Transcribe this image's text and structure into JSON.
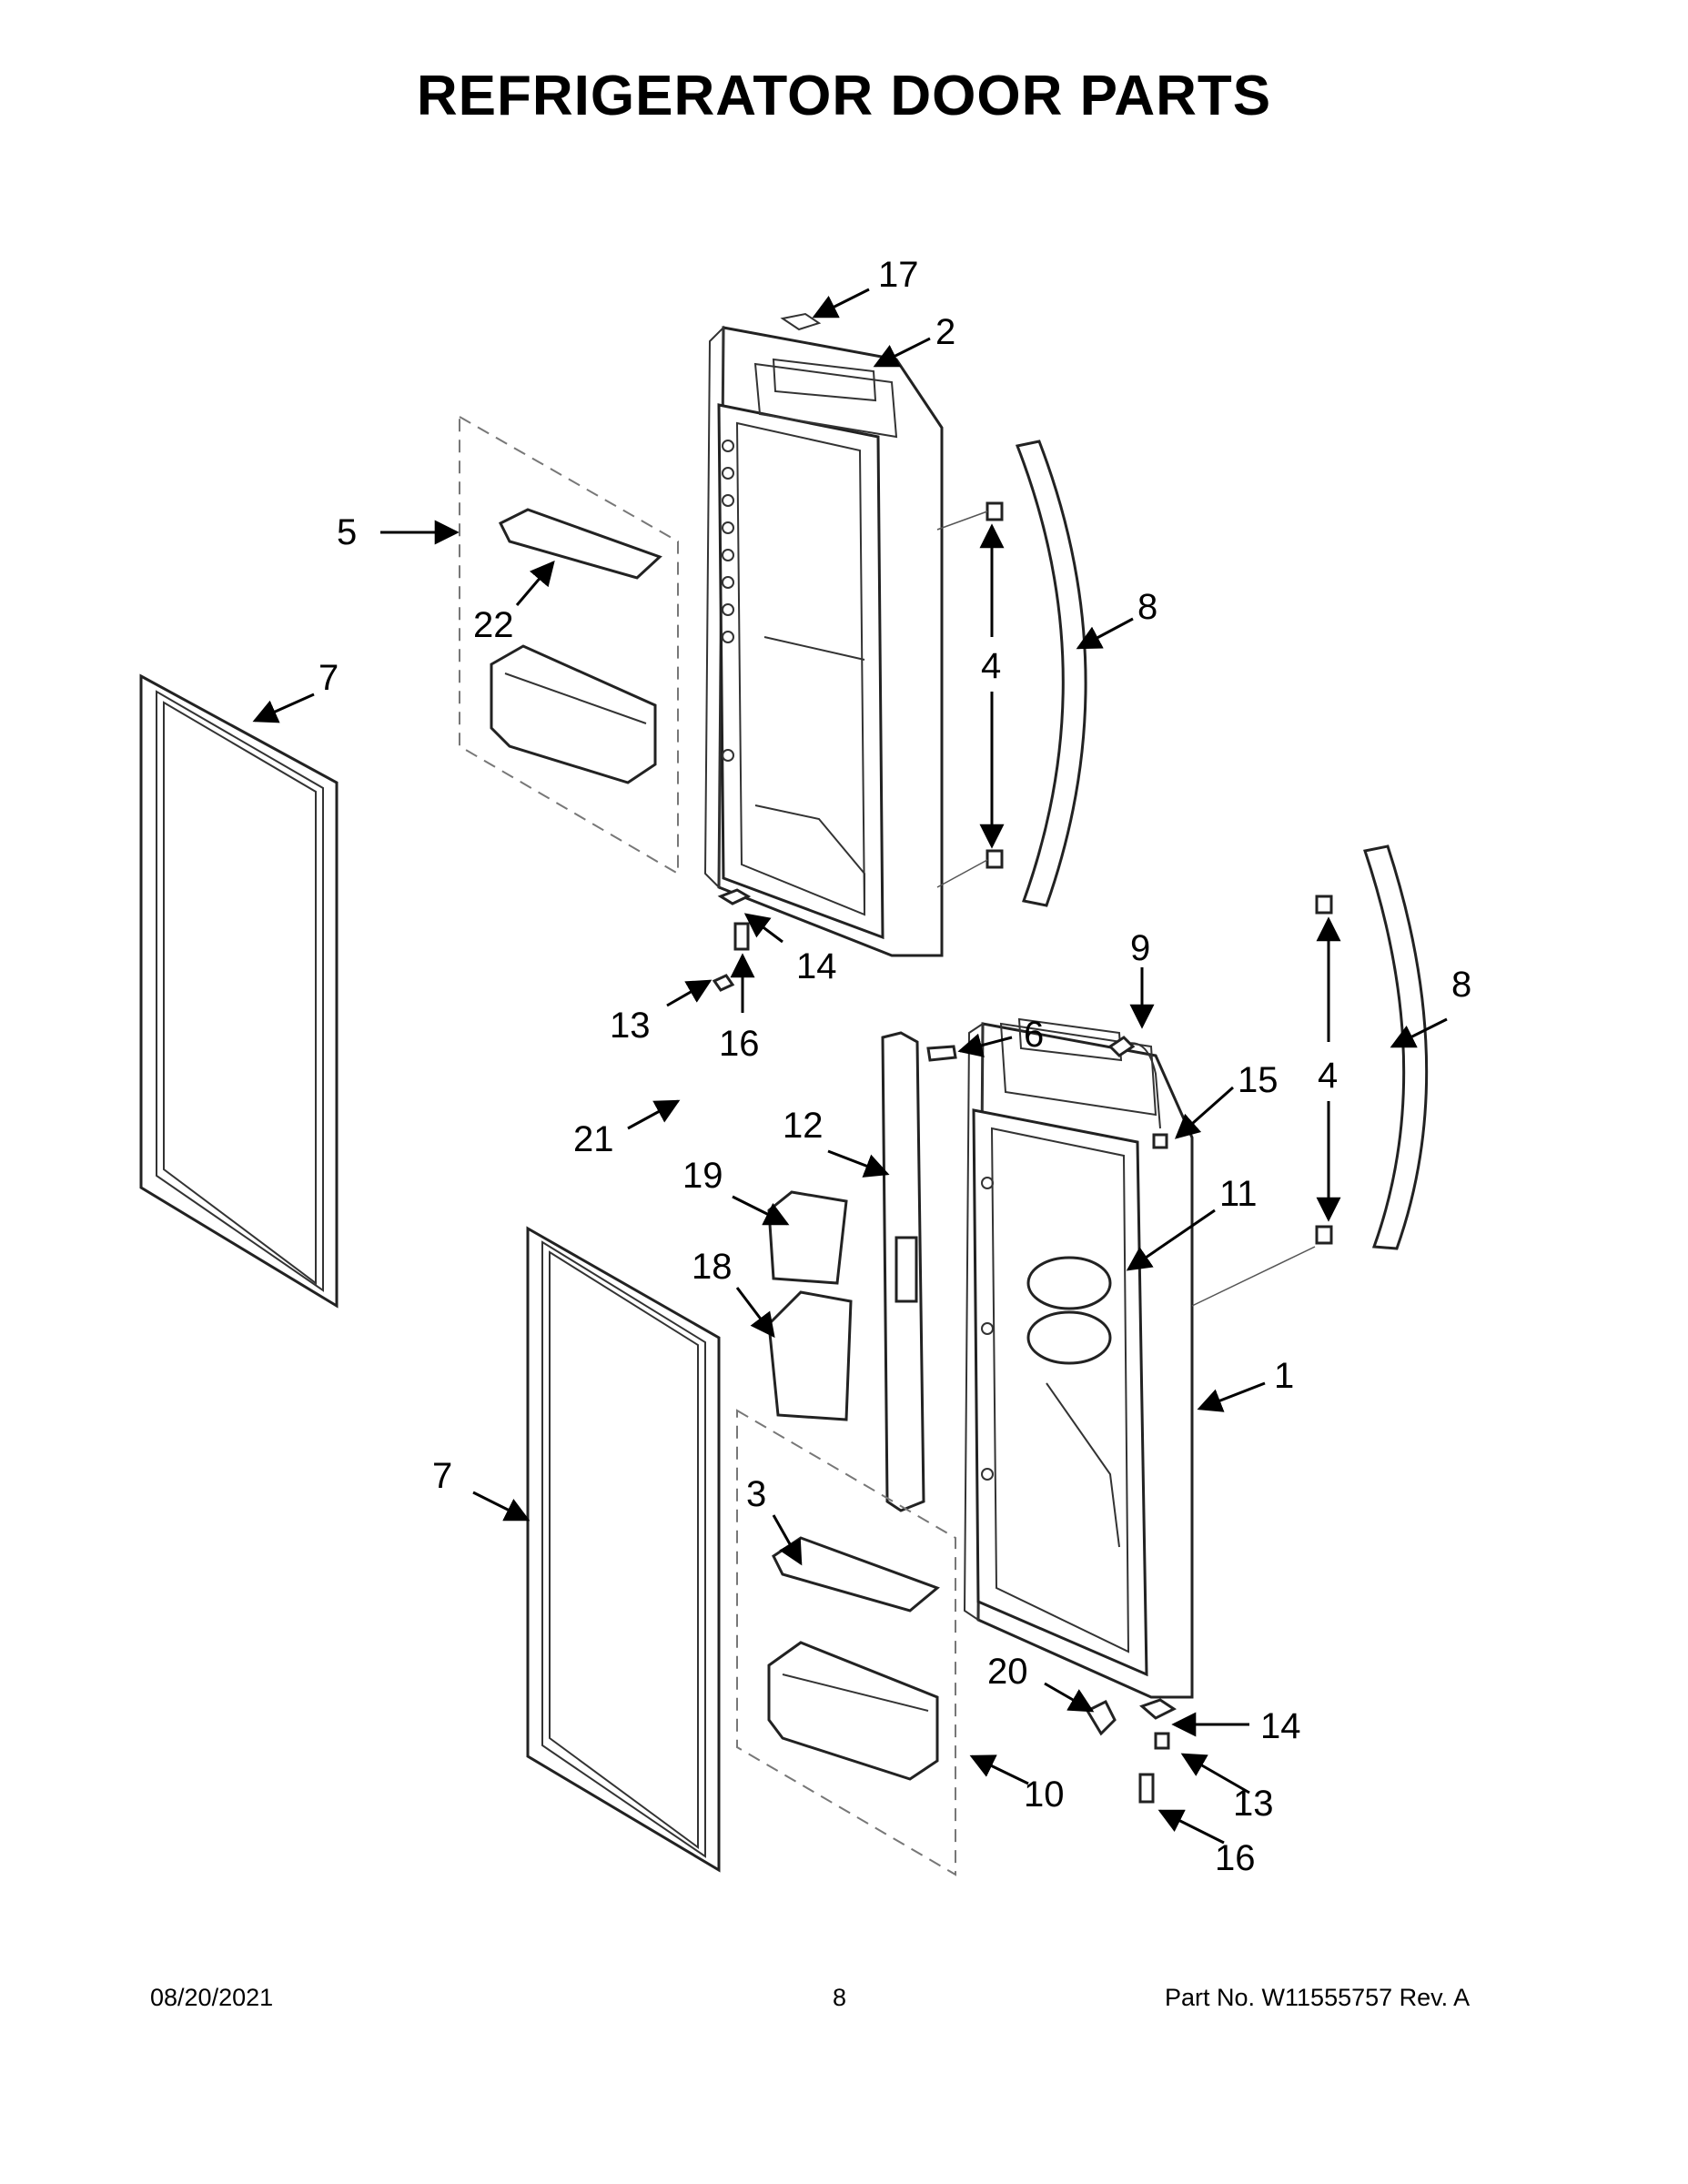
{
  "title": "REFRIGERATOR DOOR PARTS",
  "footer": {
    "date": "08/20/2021",
    "page": "8",
    "part_number": "Part No.  W11555757  Rev.  A"
  },
  "callouts": [
    "17",
    "2",
    "5",
    "22",
    "8",
    "4",
    "7",
    "14",
    "13",
    "16",
    "9",
    "6",
    "15",
    "21",
    "12",
    "19",
    "11",
    "18",
    "1",
    "7",
    "3",
    "20",
    "14",
    "10",
    "13",
    "16",
    "8",
    "4"
  ],
  "icons": [
    "refrigerator-door-line-art",
    "door-gasket-line-art",
    "door-bin-line-art",
    "handle-line-art"
  ]
}
